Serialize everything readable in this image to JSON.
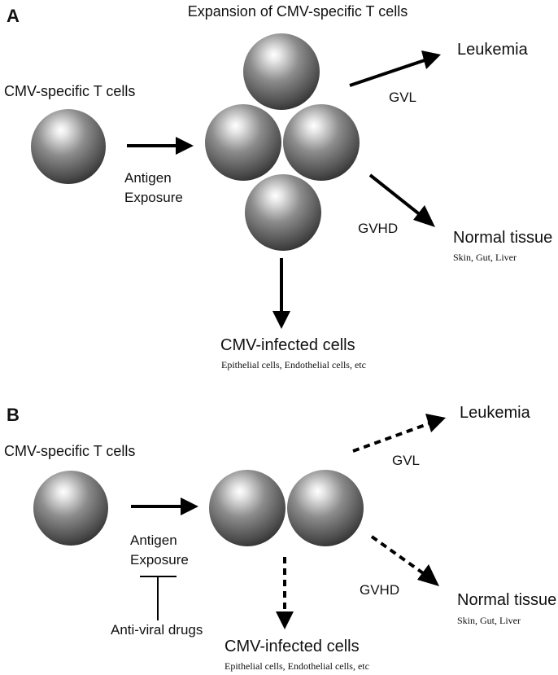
{
  "panel_a": {
    "letter": "A",
    "title": "Expansion of CMV-specific T cells",
    "source_label": "CMV-specific T cells",
    "exposure_line1": "Antigen",
    "exposure_line2": "Exposure",
    "gvl_label": "GVL",
    "leukemia_label": "Leukemia",
    "gvhd_label": "GVHD",
    "normal_tissue_label": "Normal tissue",
    "normal_tissue_detail": "Skin, Gut, Liver",
    "infected_label": "CMV-infected cells",
    "infected_detail": "Epithelial cells, Endothelial cells, etc"
  },
  "panel_b": {
    "letter": "B",
    "source_label": "CMV-specific T cells",
    "exposure_line1": "Antigen",
    "exposure_line2": "Exposure",
    "inhibitor_label": "Anti-viral drugs",
    "gvl_label": "GVL",
    "leukemia_label": "Leukemia",
    "gvhd_label": "GVHD",
    "normal_tissue_label": "Normal tissue",
    "normal_tissue_detail": "Skin, Gut, Liver",
    "infected_label": "CMV-infected cells",
    "infected_detail": "Epithelial cells, Endothelial cells, etc"
  },
  "colors": {
    "cell_highlight": "#ffffff",
    "cell_mid": "#8c8c8c",
    "cell_shadow": "#2e2e2e",
    "arrow": "#000000"
  }
}
